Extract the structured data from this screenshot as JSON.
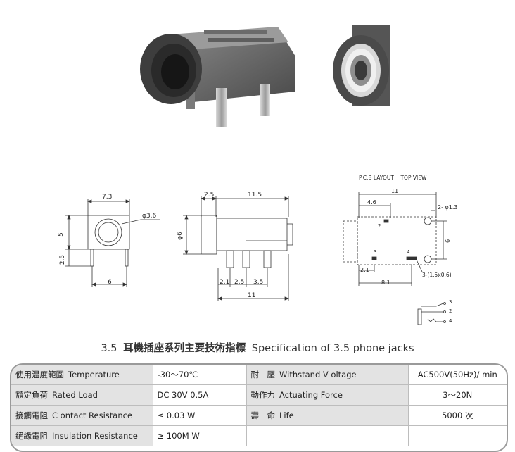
{
  "caption": {
    "number": "3.5",
    "title_cn": "耳機插座系列主要技術指標",
    "title_en": "Specification of 3.5 phone jacks"
  },
  "drawing": {
    "front": {
      "width": "7.3",
      "diameter": "φ3.6",
      "height": "5",
      "pin": "2.5",
      "pin_spacing": "6"
    },
    "side": {
      "front_len": "2.5",
      "body_len": "11.5",
      "diameter": "φ6",
      "pin1": "2.1",
      "pin2": "2.5",
      "pin3": "3.5",
      "total": "11"
    },
    "pcb": {
      "title": "P.C.B LAYOUT    TOP VIEW",
      "total": "11",
      "offset": "4.6",
      "holes": "2- φ1.3",
      "height": "6",
      "pad_label": "3-(1.5x0.6)",
      "offset2": "2.1",
      "len": "8.1",
      "pins": [
        "2",
        "3",
        "4"
      ]
    },
    "schematic": {
      "pins": [
        "3",
        "2",
        "4"
      ]
    }
  },
  "spec": {
    "rows": [
      {
        "label_cn": "使用温度範圍",
        "label_en": "Temperature",
        "value": "-30～70℃",
        "label2_cn": "耐　壓",
        "label2_en": "Withstand V oltage",
        "value2": "AC500V(50Hz)/ min"
      },
      {
        "label_cn": "額定負荷",
        "label_en": "Rated Load",
        "value": "DC  30V  0.5A",
        "label2_cn": "動作力",
        "label2_en": "Actuating Force",
        "value2": "3～20N"
      },
      {
        "label_cn": "接觸電阻",
        "label_en": "C ontact Resistance",
        "value": "≤ 0.03 W",
        "label2_cn": "壽　命",
        "label2_en": "Life",
        "value2": "5000 次"
      },
      {
        "label_cn": "絕緣電阻",
        "label_en": "Insulation Resistance",
        "value": "≥ 100M W",
        "label2_cn": "",
        "label2_en": "",
        "value2": ""
      }
    ]
  }
}
